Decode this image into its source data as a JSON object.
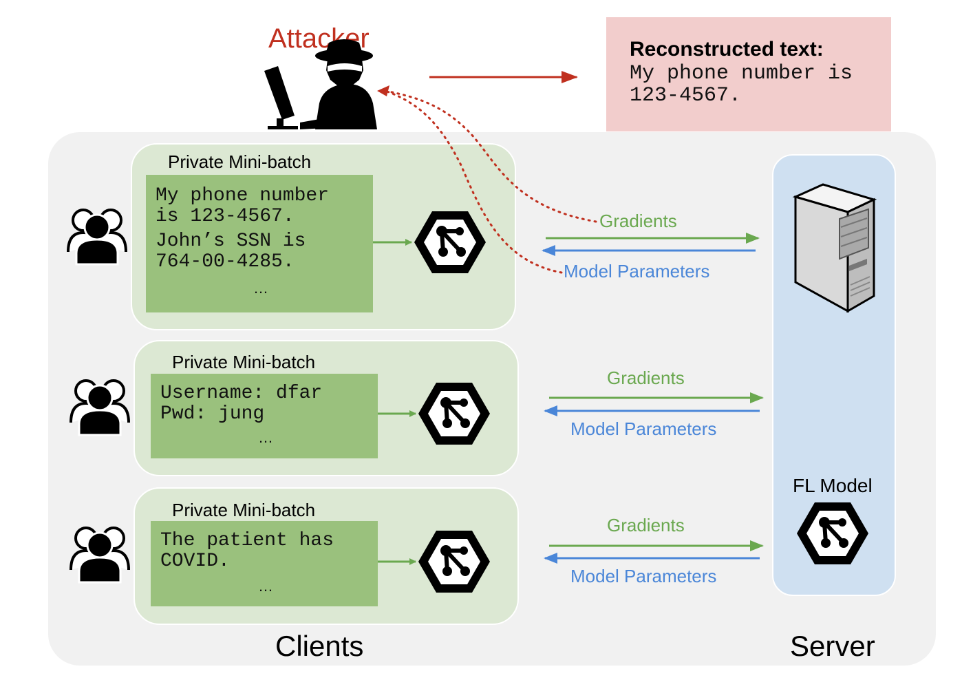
{
  "attacker": {
    "label": "Attacker"
  },
  "reconstructed": {
    "title": "Reconstructed text:",
    "lines": [
      "My phone number is",
      "123-4567."
    ]
  },
  "clients": [
    {
      "title": "Private Mini-batch",
      "lines": [
        "My phone number",
        "is 123-4567.",
        "John’s SSN is",
        "764-00-4285."
      ],
      "ellipsis": "…"
    },
    {
      "title": "Private Mini-batch",
      "lines": [
        "Username: dfar",
        "Pwd: jung"
      ],
      "ellipsis": "…"
    },
    {
      "title": "Private Mini-batch",
      "lines": [
        "The patient has",
        "COVID."
      ],
      "ellipsis": "…"
    }
  ],
  "links": [
    {
      "gradients": "Gradients",
      "parameters": "Model Parameters"
    },
    {
      "gradients": "Gradients",
      "parameters": "Model Parameters"
    },
    {
      "gradients": "Gradients",
      "parameters": "Model Parameters"
    }
  ],
  "server": {
    "model_label": "FL Model"
  },
  "footer": {
    "clients": "Clients",
    "server": "Server"
  },
  "colors": {
    "attacker": "#c0301f",
    "gradients": "#6aa84f",
    "parameters": "#4a86d8",
    "batch": "#9ac17d",
    "client_box": "#dce8d3",
    "server_column": "#cfe0f1",
    "reconstructed_box": "#f2cdcc"
  },
  "icons": [
    "hacker-icon",
    "user-group-icon",
    "neural-model-icon",
    "server-tower-icon"
  ]
}
